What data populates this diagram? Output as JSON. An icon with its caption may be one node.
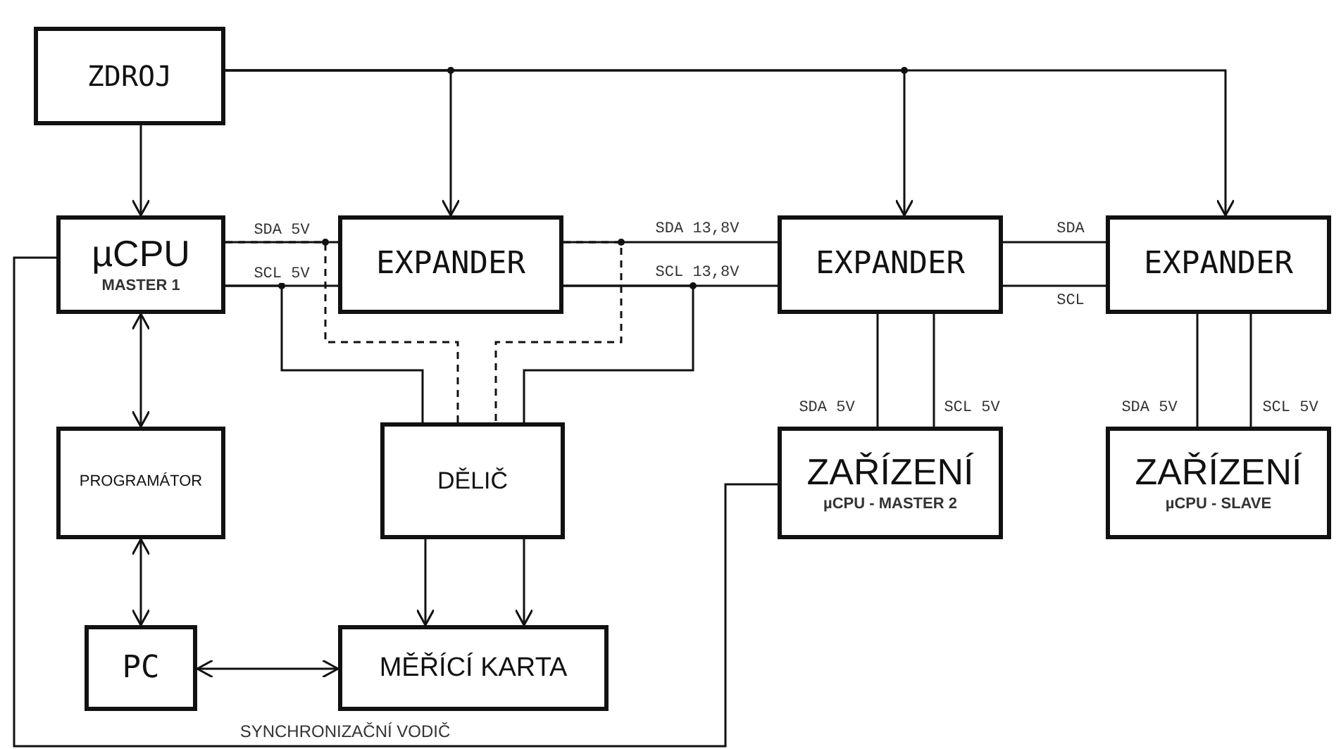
{
  "diagram": {
    "nodes": [
      {
        "text": [
          "ZDROJ"
        ]
      },
      {
        "text": [
          "µCPU",
          "MASTER 1"
        ]
      },
      {
        "text": [
          "EXPANDER"
        ]
      },
      {
        "text": [
          "EXPANDER"
        ]
      },
      {
        "text": [
          "EXPANDER"
        ]
      },
      {
        "text": [
          "PROGRAMÁTOR"
        ]
      },
      {
        "text": [
          "DĚLIČ"
        ]
      },
      {
        "text": [
          "ZAŘÍZENÍ",
          "µCPU - MASTER 2"
        ]
      },
      {
        "text": [
          "ZAŘÍZENÍ",
          "µCPU - SLAVE"
        ]
      },
      {
        "text": [
          "PC"
        ]
      },
      {
        "text": [
          "MĚŘÍCÍ KARTA"
        ]
      }
    ],
    "edges": [
      {
        "from": 0,
        "to": 1,
        "arrow": "to"
      },
      {
        "from": 0,
        "to": 2,
        "arrow": "to"
      },
      {
        "from": 0,
        "to": 3,
        "arrow": "to"
      },
      {
        "from": 0,
        "to": 4,
        "arrow": "to"
      },
      {
        "from": 1,
        "to": 5,
        "arrow": "both"
      },
      {
        "from": 5,
        "to": 9,
        "arrow": "both"
      },
      {
        "from": 9,
        "to": 10,
        "arrow": "both"
      },
      {
        "from": 1,
        "to": 2,
        "arrow": "none",
        "label": "SDA 5V"
      },
      {
        "from": 1,
        "to": 2,
        "arrow": "none",
        "label": "SCL 5V"
      },
      {
        "from": 2,
        "to": 3,
        "arrow": "none",
        "label": "SDA 13,8V"
      },
      {
        "from": 2,
        "to": 3,
        "arrow": "none",
        "label": "SCL 13,8V"
      },
      {
        "from": 3,
        "to": 4,
        "arrow": "none",
        "label": "SDA"
      },
      {
        "from": 3,
        "to": 4,
        "arrow": "none",
        "label": "SCL"
      },
      {
        "from": 3,
        "to": 7,
        "arrow": "none",
        "label": "SDA 5V"
      },
      {
        "from": 3,
        "to": 7,
        "arrow": "none",
        "label": "SCL 5V"
      },
      {
        "from": 4,
        "to": 8,
        "arrow": "none",
        "label": "SDA 5V"
      },
      {
        "from": 4,
        "to": 8,
        "arrow": "none",
        "label": "SCL 5V"
      },
      {
        "from": 6,
        "to": 10,
        "arrow": "to"
      },
      {
        "from": 6,
        "to": 10,
        "arrow": "to"
      },
      {
        "from": 1,
        "to": 6,
        "arrow": "none"
      },
      {
        "from": 1,
        "to": 6,
        "arrow": "none",
        "style": "dashed"
      },
      {
        "from": 2,
        "to": 6,
        "arrow": "none",
        "style": "dashed"
      },
      {
        "from": 2,
        "to": 6,
        "arrow": "none"
      },
      {
        "from": 1,
        "to": 7,
        "arrow": "none",
        "label": "SYNCHRONIZAČNÍ VODIČ"
      }
    ]
  }
}
